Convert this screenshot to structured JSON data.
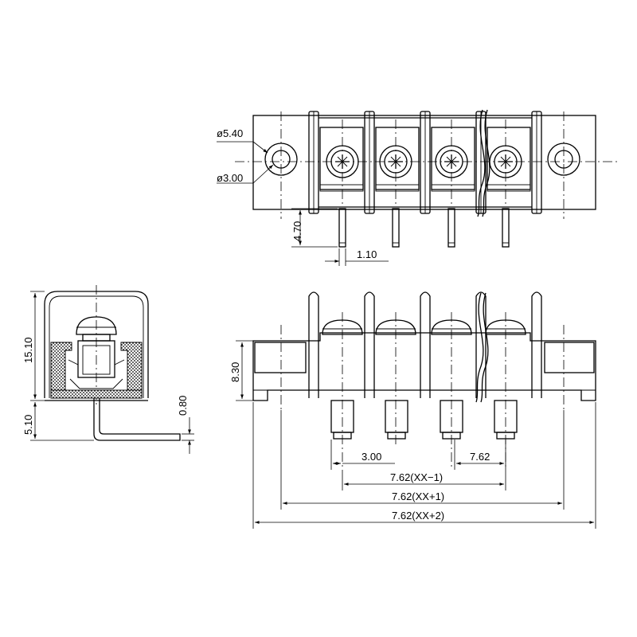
{
  "dimensions": {
    "hole_outer": "ø5.40",
    "hole_inner": "ø3.00",
    "pin_length": "4.70",
    "pin_width": "1.10",
    "side_height": "15.10",
    "side_pin_depth": "5.10",
    "pin_thickness": "0.80",
    "body_height": "8.30",
    "pin_offset": "3.00",
    "pitch": "7.62",
    "span_pins": "7.62(XX−1)",
    "span_holes": "7.62(XX+1)",
    "span_total": "7.62(XX+2)"
  }
}
